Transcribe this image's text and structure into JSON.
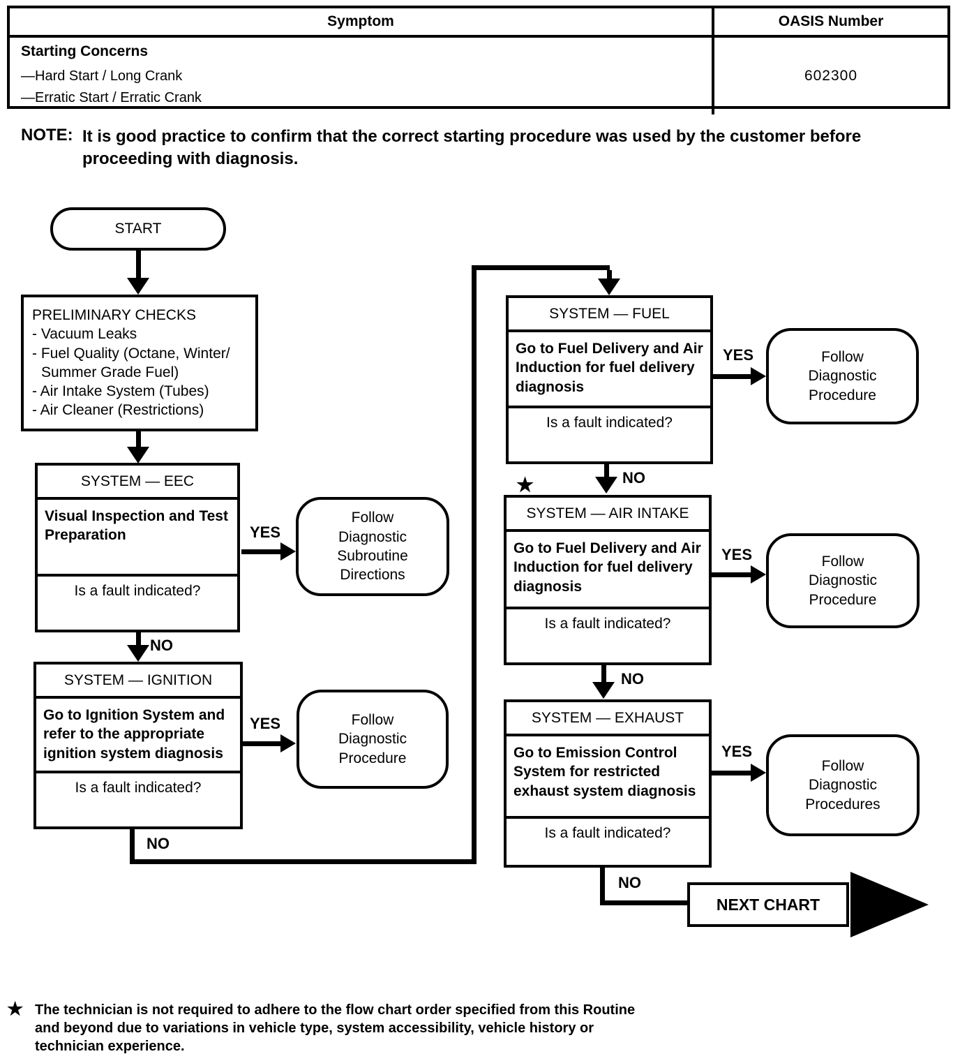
{
  "colors": {
    "ink": "#000000",
    "paper": "#ffffff"
  },
  "table": {
    "headers": [
      "Symptom",
      "OASIS Number"
    ],
    "row": {
      "symptom_title": "Starting Concerns",
      "symptom_items": [
        "—Hard Start / Long Crank",
        "—Erratic Start / Erratic Crank"
      ],
      "oasis_number": "602300"
    }
  },
  "note": {
    "label": "NOTE:",
    "text": "It is good practice to confirm that the correct starting procedure was used by the customer before proceeding with diagnosis."
  },
  "flowchart": {
    "start_label": "START",
    "preliminary": {
      "title": "PRELIMINARY CHECKS",
      "items": [
        "- Vacuum Leaks",
        "- Fuel Quality (Octane, Winter/ Summer Grade Fuel)",
        "- Air Intake System (Tubes)",
        "- Air Cleaner (Restrictions)"
      ]
    },
    "systems": [
      {
        "id": "eec",
        "title": "SYSTEM — EEC",
        "body": "Visual Inspection and Test Preparation",
        "question": "Is a fault indicated?",
        "yes_label": "YES",
        "no_label": "NO",
        "outcome": "Follow Diagnostic Subroutine Directions"
      },
      {
        "id": "ignition",
        "title": "SYSTEM — IGNITION",
        "body": "Go to Ignition System and refer to the appropriate ignition system diagnosis",
        "question": "Is a fault indicated?",
        "yes_label": "YES",
        "no_label": "NO",
        "outcome": "Follow Diagnostic Procedure"
      },
      {
        "id": "fuel",
        "title": "SYSTEM — FUEL",
        "body": "Go to Fuel Delivery and Air Induction for fuel delivery diagnosis",
        "question": "Is a fault indicated?",
        "yes_label": "YES",
        "no_label": "NO",
        "outcome": "Follow Diagnostic Procedure"
      },
      {
        "id": "air-intake",
        "title": "SYSTEM — AIR INTAKE",
        "body": "Go to Fuel Delivery and Air Induction for fuel delivery diagnosis",
        "question": "Is a fault indicated?",
        "yes_label": "YES",
        "no_label": "NO",
        "outcome": "Follow Diagnostic Procedure",
        "star_marker": "★"
      },
      {
        "id": "exhaust",
        "title": "SYSTEM — EXHAUST",
        "body": "Go to Emission Control System for restricted exhaust system diagnosis",
        "question": "Is a fault indicated?",
        "yes_label": "YES",
        "no_label": "NO",
        "outcome": "Follow Diagnostic Procedures"
      }
    ],
    "next_chart_label": "NEXT CHART"
  },
  "footnote": {
    "star": "★",
    "text": "The technician is not required to adhere to the flow chart order specified from this Routine and beyond due to variations in vehicle type, system accessibility, vehicle history or technician experience."
  }
}
